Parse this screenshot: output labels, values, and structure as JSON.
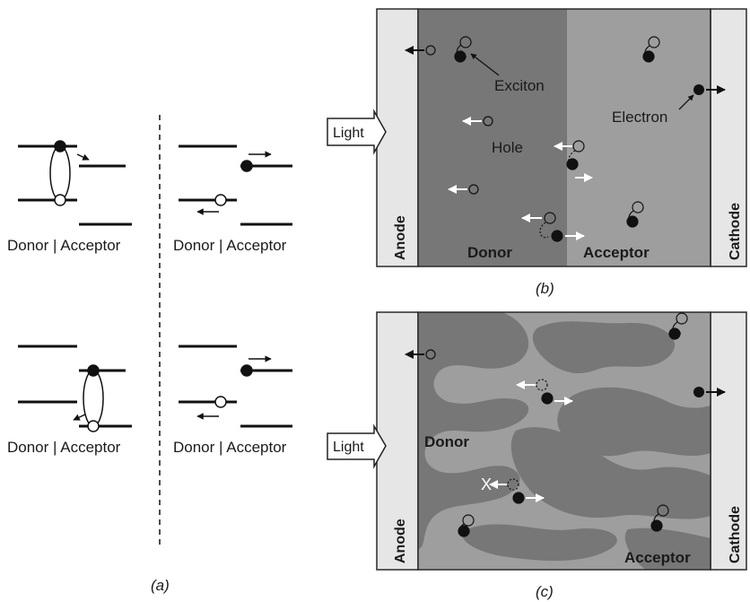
{
  "panel_a": {
    "caption": "(a)",
    "labels": {
      "top_left": "Donor | Acceptor",
      "top_right": "Donor | Acceptor",
      "bottom_left": "Donor | Acceptor",
      "bottom_right": "Donor | Acceptor"
    }
  },
  "panel_b": {
    "caption": "(b)",
    "light": "Light",
    "anode": "Anode",
    "cathode": "Cathode",
    "donor": "Donor",
    "acceptor": "Acceptor",
    "exciton": "Exciton",
    "hole": "Hole",
    "electron": "Electron"
  },
  "panel_c": {
    "caption": "(c)",
    "light": "Light",
    "anode": "Anode",
    "cathode": "Cathode",
    "donor": "Donor",
    "acceptor": "Acceptor",
    "x_mark": "X"
  },
  "colors": {
    "electrode": "#e6e6e6",
    "donor": "#777777",
    "acceptor": "#9e9e9e",
    "outline": "#2a2a2a"
  }
}
